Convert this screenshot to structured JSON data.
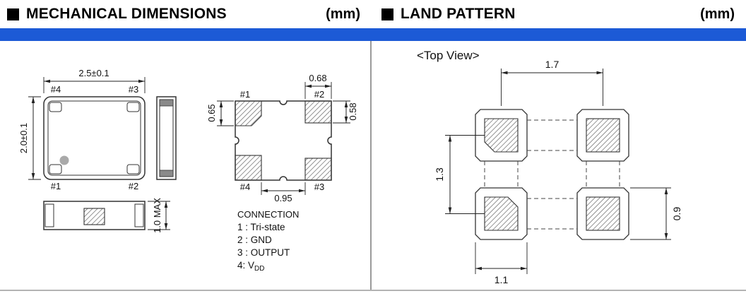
{
  "left_header": {
    "title": "MECHANICAL DIMENSIONS",
    "unit": "(mm)"
  },
  "right_header": {
    "title": "LAND PATTERN",
    "unit": "(mm)"
  },
  "accent_color": "#1c5ad6",
  "mech": {
    "top_view": {
      "width": "2.5±0.1",
      "height": "2.0±0.1",
      "pad_tl": "#4",
      "pad_tr": "#3",
      "pad_bl": "#1",
      "pad_br": "#2"
    },
    "profile": {
      "thickness": "1.0 MAX"
    },
    "pad_view": {
      "pad_tl": "#1",
      "pad_tr": "#2",
      "pad_bl": "#4",
      "pad_br": "#3",
      "pad_width": "0.68",
      "pad_height_right": "0.58",
      "pad_height_left": "0.65",
      "pad_gap": "0.95"
    },
    "connection": {
      "title": "CONNECTION",
      "pin1": "1 : Tri-state",
      "pin2": "2 : GND",
      "pin3": "3 : OUTPUT",
      "pin4_prefix": "4:  V",
      "pin4_sub": "DD"
    }
  },
  "land": {
    "view_label": "<Top View>",
    "pitch_x": "1.7",
    "pitch_y": "1.3",
    "pad_width": "1.1",
    "pad_height": "0.9"
  }
}
